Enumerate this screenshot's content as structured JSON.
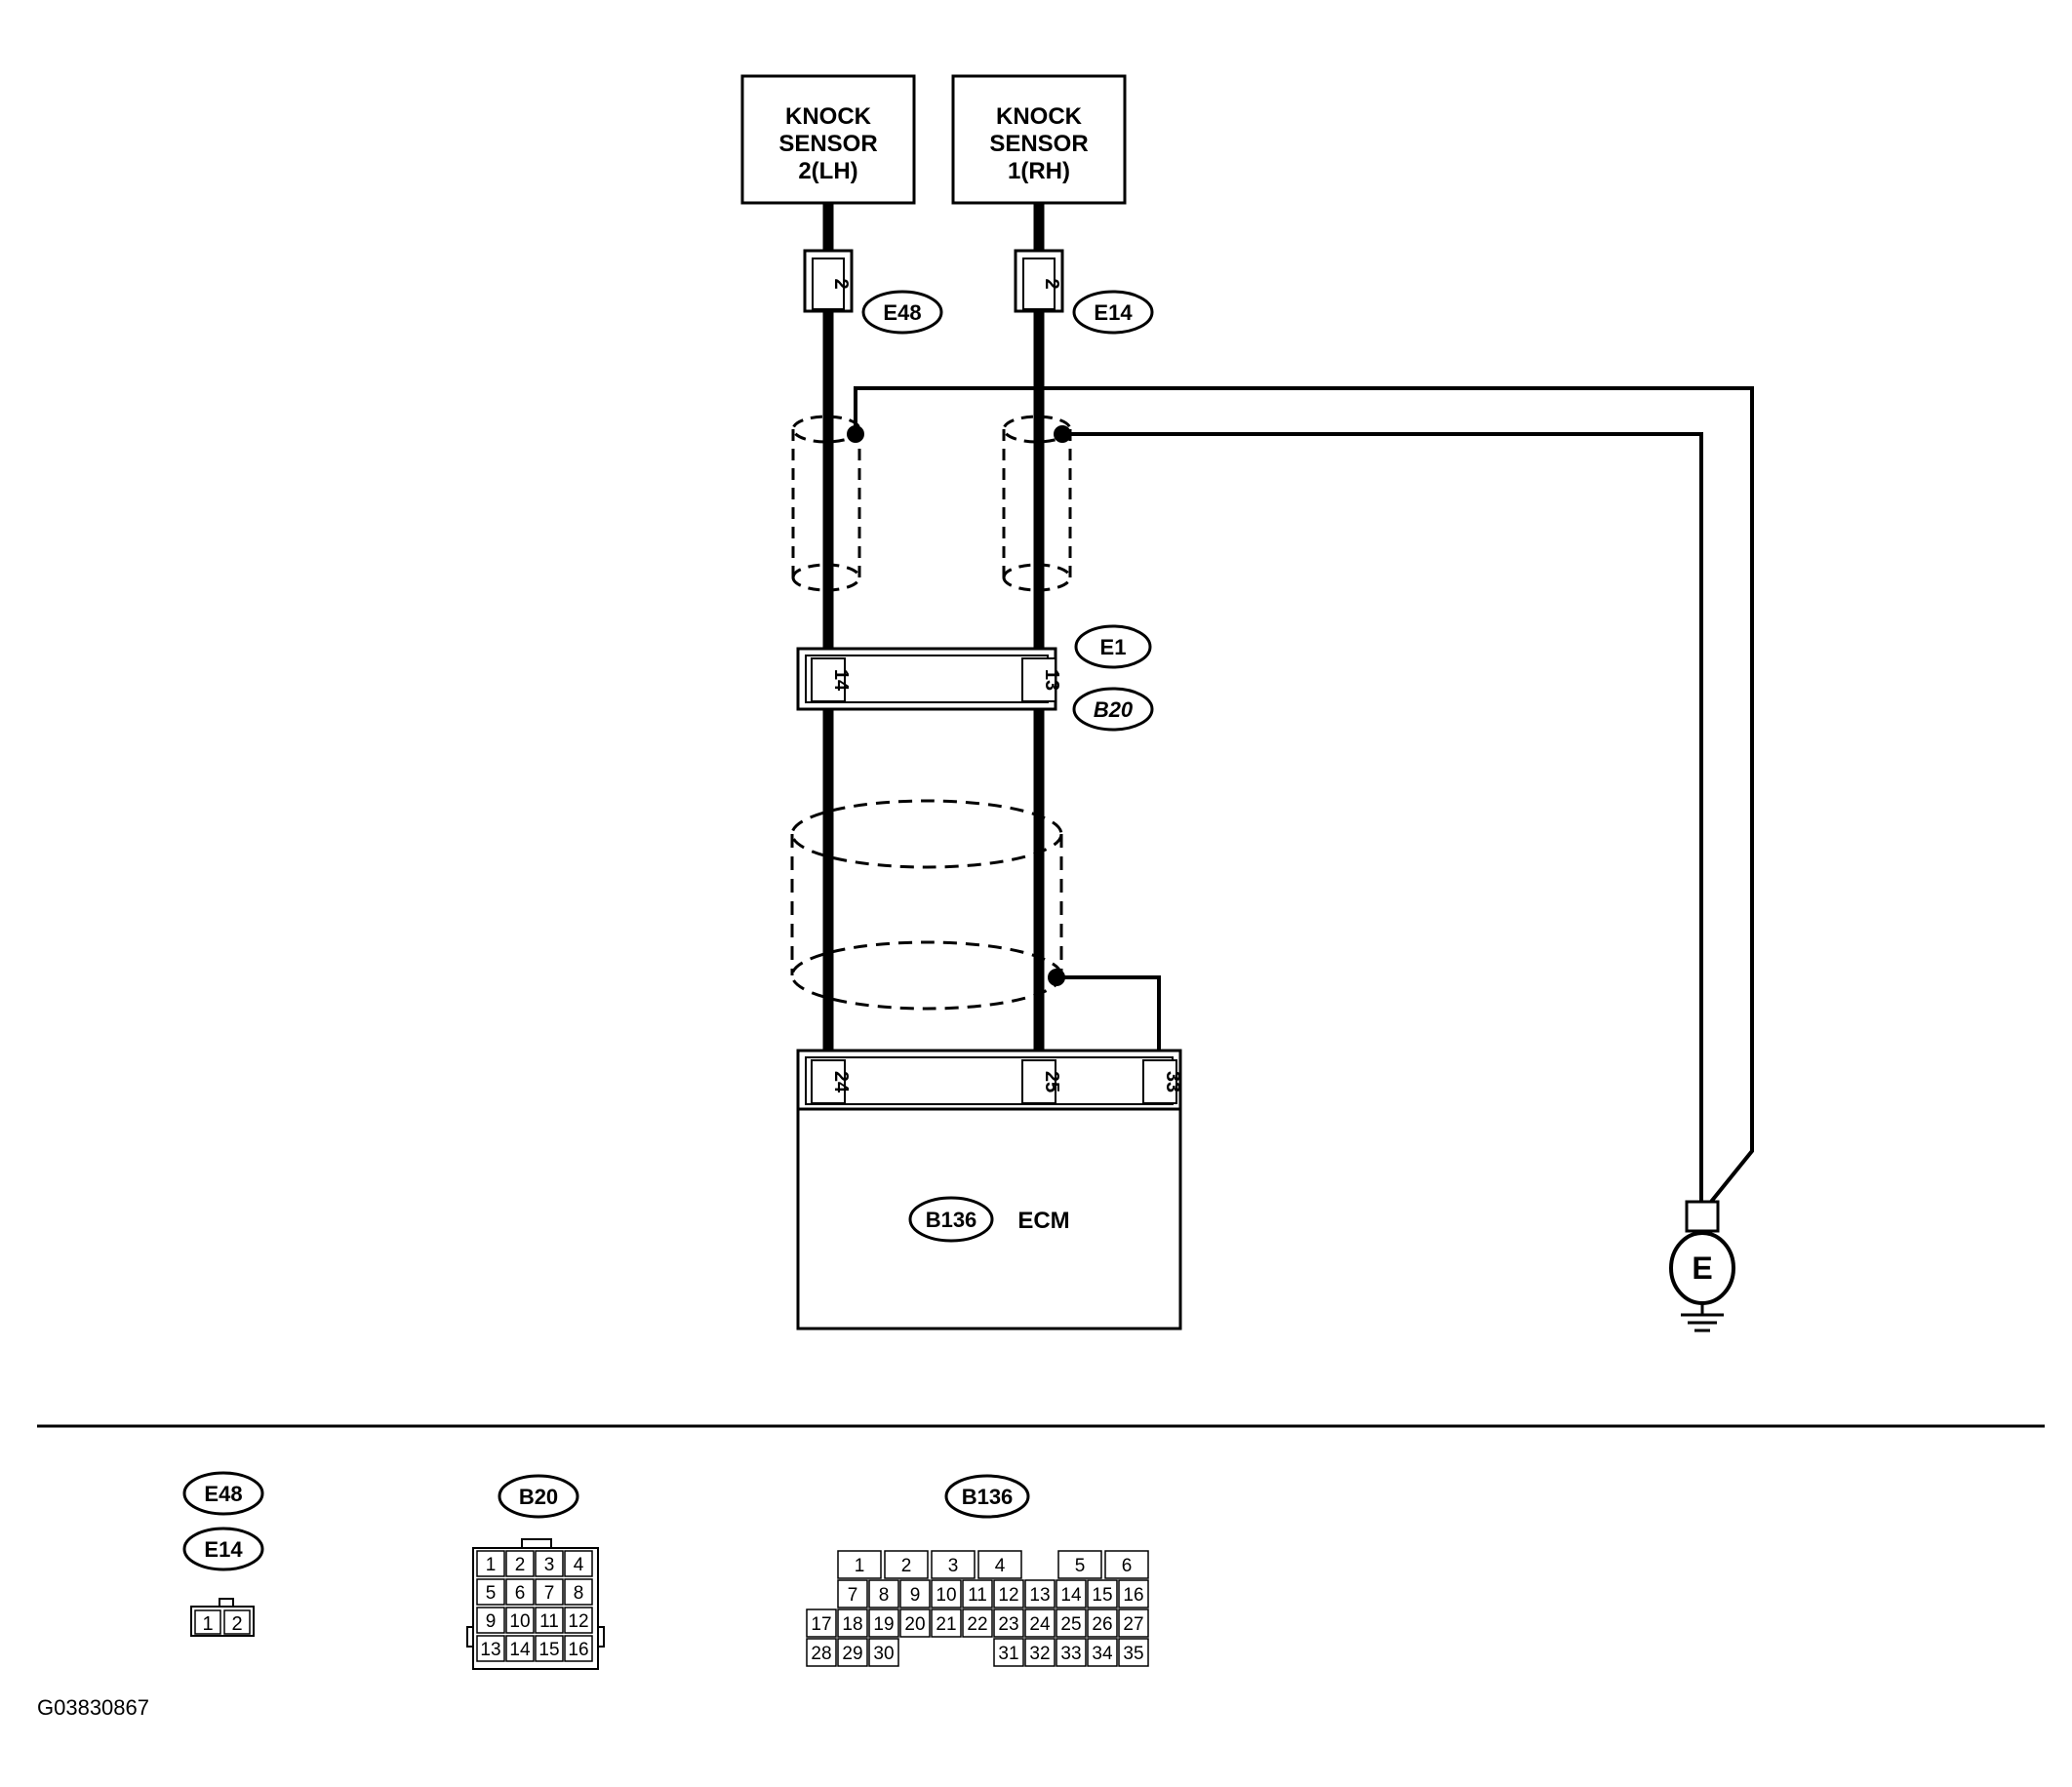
{
  "sensors": [
    {
      "id": "ks2",
      "lines": [
        "KNOCK",
        "SENSOR",
        "2(LH)"
      ]
    },
    {
      "id": "ks1",
      "lines": [
        "KNOCK",
        "SENSOR",
        "1(RH)"
      ]
    }
  ],
  "connector_labels": {
    "e48": "E48",
    "e14": "E14",
    "e1": "E1",
    "b20": "B20",
    "b136": "B136"
  },
  "pins": {
    "e48_pin": "2",
    "e14_pin": "2",
    "e1_left": "14",
    "e1_right": "13",
    "ecm_24": "24",
    "ecm_25": "25",
    "ecm_33": "33"
  },
  "ecm_label": "ECM",
  "ground_label": "E",
  "legend": {
    "e48_label": "E48",
    "e14_label": "E14",
    "b20_label": "B20",
    "b136_label": "B136",
    "small_connector_pins": [
      "1",
      "2"
    ],
    "b20_rows": [
      [
        "1",
        "2",
        "3",
        "4"
      ],
      [
        "5",
        "6",
        "7",
        "8"
      ],
      [
        "9",
        "10",
        "11",
        "12"
      ],
      [
        "13",
        "14",
        "15",
        "16"
      ]
    ],
    "b136_row1": [
      "1",
      "2",
      "3",
      "4",
      "5",
      "6"
    ],
    "b136_row2": [
      "7",
      "8",
      "9",
      "10",
      "11",
      "12",
      "13",
      "14",
      "15",
      "16"
    ],
    "b136_row3": [
      "17",
      "18",
      "19",
      "20",
      "21",
      "22",
      "23",
      "24",
      "25",
      "26",
      "27"
    ],
    "b136_row4": [
      "28",
      "29",
      "30",
      "31",
      "32",
      "33",
      "34",
      "35"
    ]
  },
  "figure_code": "G03830867"
}
